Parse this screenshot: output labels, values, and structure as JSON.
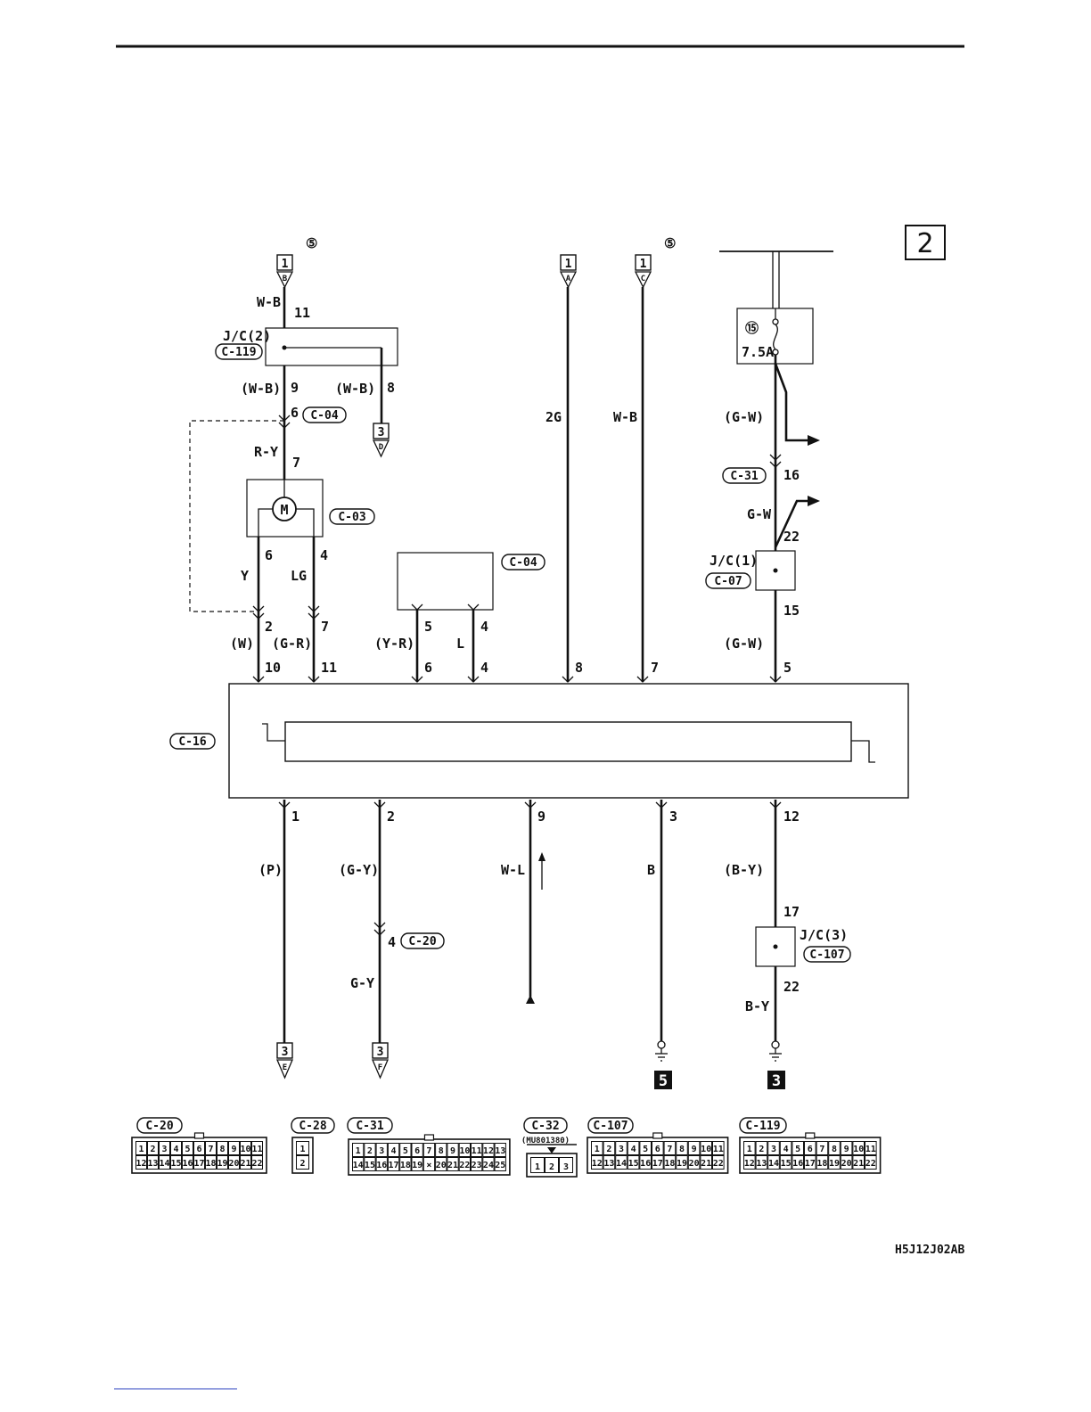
{
  "page_number": "2",
  "figure_code": "H5J12J02AB",
  "symbols": {
    "circled_5": "⑤",
    "circled_15": "⑮"
  },
  "offpage_refs": {
    "top_left": {
      "box": "1",
      "letter": "B"
    },
    "top_mid_a": {
      "box": "1",
      "letter": "A"
    },
    "top_mid_c": {
      "box": "1",
      "letter": "C"
    },
    "mid_d": {
      "box": "3",
      "letter": "D"
    },
    "bottom_e": {
      "box": "3",
      "letter": "E"
    },
    "bottom_f": {
      "box": "3",
      "letter": "F"
    }
  },
  "ground_labels": {
    "g5": "5",
    "g3": "3"
  },
  "junctions": {
    "jc2": "J/C(2)",
    "jc1": "J/C(1)",
    "jc3": "J/C(3)"
  },
  "connectors": {
    "c119": "C-119",
    "c04a": "C-04",
    "c04b": "C-04",
    "c03": "C-03",
    "c16": "C-16",
    "c31": "C-31",
    "c07": "C-07",
    "c20": "C-20",
    "c107": "C-107"
  },
  "fuse": {
    "number": "15",
    "rating": "7.5A"
  },
  "motor_symbol": "M",
  "wire_colors": {
    "wb_top": "W-B",
    "wb9": "(W-B)",
    "wb8": "(W-B)",
    "ry": "R-Y",
    "y": "Y",
    "lg": "LG",
    "w": "(W)",
    "gr": "(G-R)",
    "yr": "(Y-R)",
    "l": "L",
    "2g": "2G",
    "wb_c": "W-B",
    "gw1": "(G-W)",
    "gw2": "G-W",
    "gw3": "(G-W)",
    "p": "(P)",
    "gy1": "(G-Y)",
    "gy2": "G-Y",
    "wl": "W-L",
    "b": "B",
    "by1": "(B-Y)",
    "by2": "B-Y"
  },
  "pins": {
    "p11a": "11",
    "p9": "9",
    "p8a": "8",
    "p6a": "6",
    "p7a": "7",
    "p6b": "6",
    "p4a": "4",
    "p2a": "2",
    "p7b": "7",
    "p5a": "5",
    "p4b": "4",
    "p10": "10",
    "p11b": "11",
    "p6c": "6",
    "p4c": "4",
    "p8b": "8",
    "p7c": "7",
    "p5b": "5",
    "p16": "16",
    "p22a": "22",
    "p15": "15",
    "p1": "1",
    "p2b": "2",
    "p9b": "9",
    "p3": "3",
    "p12": "12",
    "p4d": "4",
    "p17": "17",
    "p22b": "22"
  },
  "legend": {
    "c20": {
      "label": "C-20",
      "rows": [
        [
          "1",
          "2",
          "3",
          "4",
          "5",
          "6",
          "7",
          "8",
          "9",
          "10",
          "11"
        ],
        [
          "12",
          "13",
          "14",
          "15",
          "16",
          "17",
          "18",
          "19",
          "20",
          "21",
          "22"
        ]
      ]
    },
    "c28": {
      "label": "C-28",
      "rows": [
        [
          "1"
        ],
        [
          "2"
        ]
      ]
    },
    "c31": {
      "label": "C-31",
      "rows": [
        [
          "1",
          "2",
          "3",
          "4",
          "5",
          "6",
          "7",
          "8",
          "9",
          "10",
          "11",
          "12",
          "13"
        ],
        [
          "14",
          "15",
          "16",
          "17",
          "18",
          "19",
          "×",
          "20",
          "21",
          "22",
          "23",
          "24",
          "25"
        ]
      ]
    },
    "c32": {
      "label": "C-32",
      "part": "(MU801380)",
      "rows": [
        [
          "1",
          "2",
          "3"
        ]
      ]
    },
    "c107": {
      "label": "C-107",
      "rows": [
        [
          "1",
          "2",
          "3",
          "4",
          "5",
          "6",
          "7",
          "8",
          "9",
          "10",
          "11"
        ],
        [
          "12",
          "13",
          "14",
          "15",
          "16",
          "17",
          "18",
          "19",
          "20",
          "21",
          "22"
        ]
      ]
    },
    "c119l": {
      "label": "C-119",
      "rows": [
        [
          "1",
          "2",
          "3",
          "4",
          "5",
          "6",
          "7",
          "8",
          "9",
          "10",
          "11"
        ],
        [
          "12",
          "13",
          "14",
          "15",
          "16",
          "17",
          "18",
          "19",
          "20",
          "21",
          "22"
        ]
      ]
    }
  }
}
